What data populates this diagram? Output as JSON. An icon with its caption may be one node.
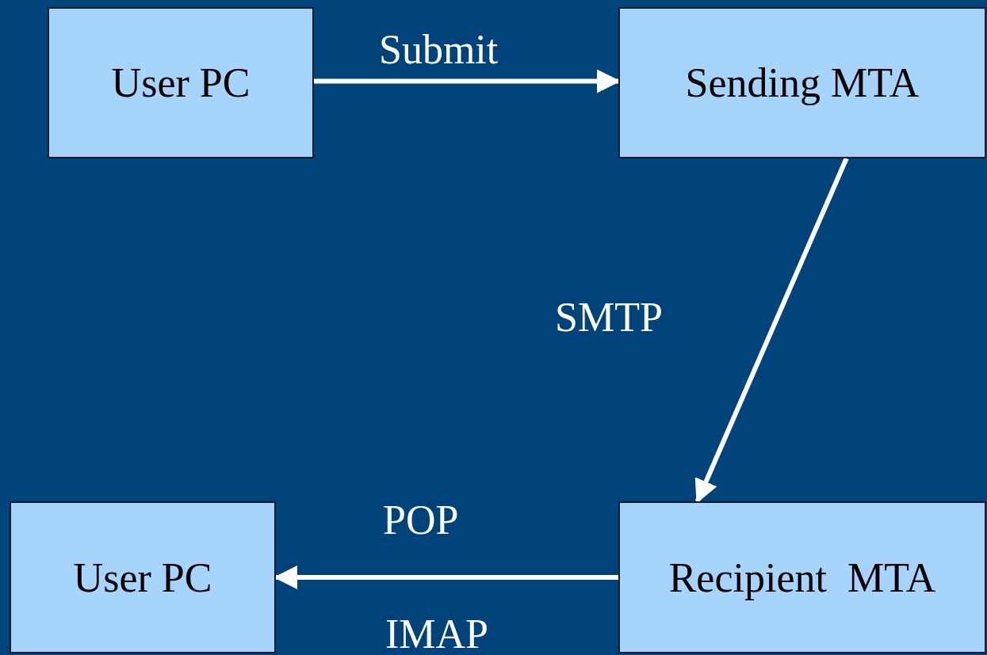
{
  "diagram": {
    "nodes": [
      {
        "text": [
          "User PC"
        ]
      },
      {
        "text": [
          "Sending MTA"
        ]
      },
      {
        "text": [
          "User PC"
        ]
      },
      {
        "text": [
          "Recipient  MTA"
        ]
      }
    ],
    "edges": [
      {
        "from": 0,
        "to": 1,
        "arrow": "to",
        "label": "Submit"
      },
      {
        "from": 1,
        "to": 3,
        "arrow": "to",
        "label": "SMTP"
      },
      {
        "from": 3,
        "to": 2,
        "arrow": "to",
        "label": "POP"
      }
    ],
    "labels": [
      "IMAP"
    ]
  }
}
